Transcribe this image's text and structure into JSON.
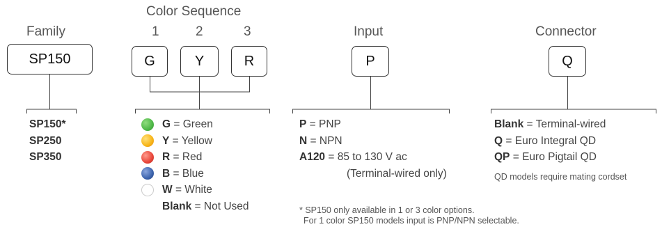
{
  "family": {
    "heading": "Family",
    "box": "SP150",
    "items": [
      "SP150*",
      "SP250",
      "SP350"
    ]
  },
  "color_sequence": {
    "heading": "Color Sequence",
    "positions": [
      "1",
      "2",
      "3"
    ],
    "boxes": [
      "G",
      "Y",
      "R"
    ],
    "items": [
      {
        "code": "G",
        "label": "= Green",
        "color": "#4fb848"
      },
      {
        "code": "Y",
        "label": "= Yellow",
        "color": "#f7b517"
      },
      {
        "code": "R",
        "label": "= Red",
        "color": "#e8463a"
      },
      {
        "code": "B",
        "label": "= Blue",
        "color": "#3c64ad"
      },
      {
        "code": "W",
        "label": "= White",
        "color": "#ffffff"
      },
      {
        "code": "Blank",
        "label": "= Not Used",
        "color": ""
      }
    ]
  },
  "input": {
    "heading": "Input",
    "box": "P",
    "items": [
      {
        "code": "P",
        "label": "= PNP"
      },
      {
        "code": "N",
        "label": "= NPN"
      },
      {
        "code": "A120",
        "label": "= 85 to 130 V ac"
      }
    ],
    "sub_note": "(Terminal-wired only)"
  },
  "connector": {
    "heading": "Connector",
    "box": "Q",
    "items": [
      {
        "code": "Blank",
        "label": "= Terminal-wired"
      },
      {
        "code": "Q",
        "label": "= Euro Integral QD"
      },
      {
        "code": "QP",
        "label": "= Euro Pigtail QD"
      }
    ],
    "note": "QD models require mating cordset"
  },
  "footnote": {
    "line1": "* SP150 only available in 1 or 3 color options.",
    "line2": "For 1 color SP150 models input is PNP/NPN selectable."
  }
}
